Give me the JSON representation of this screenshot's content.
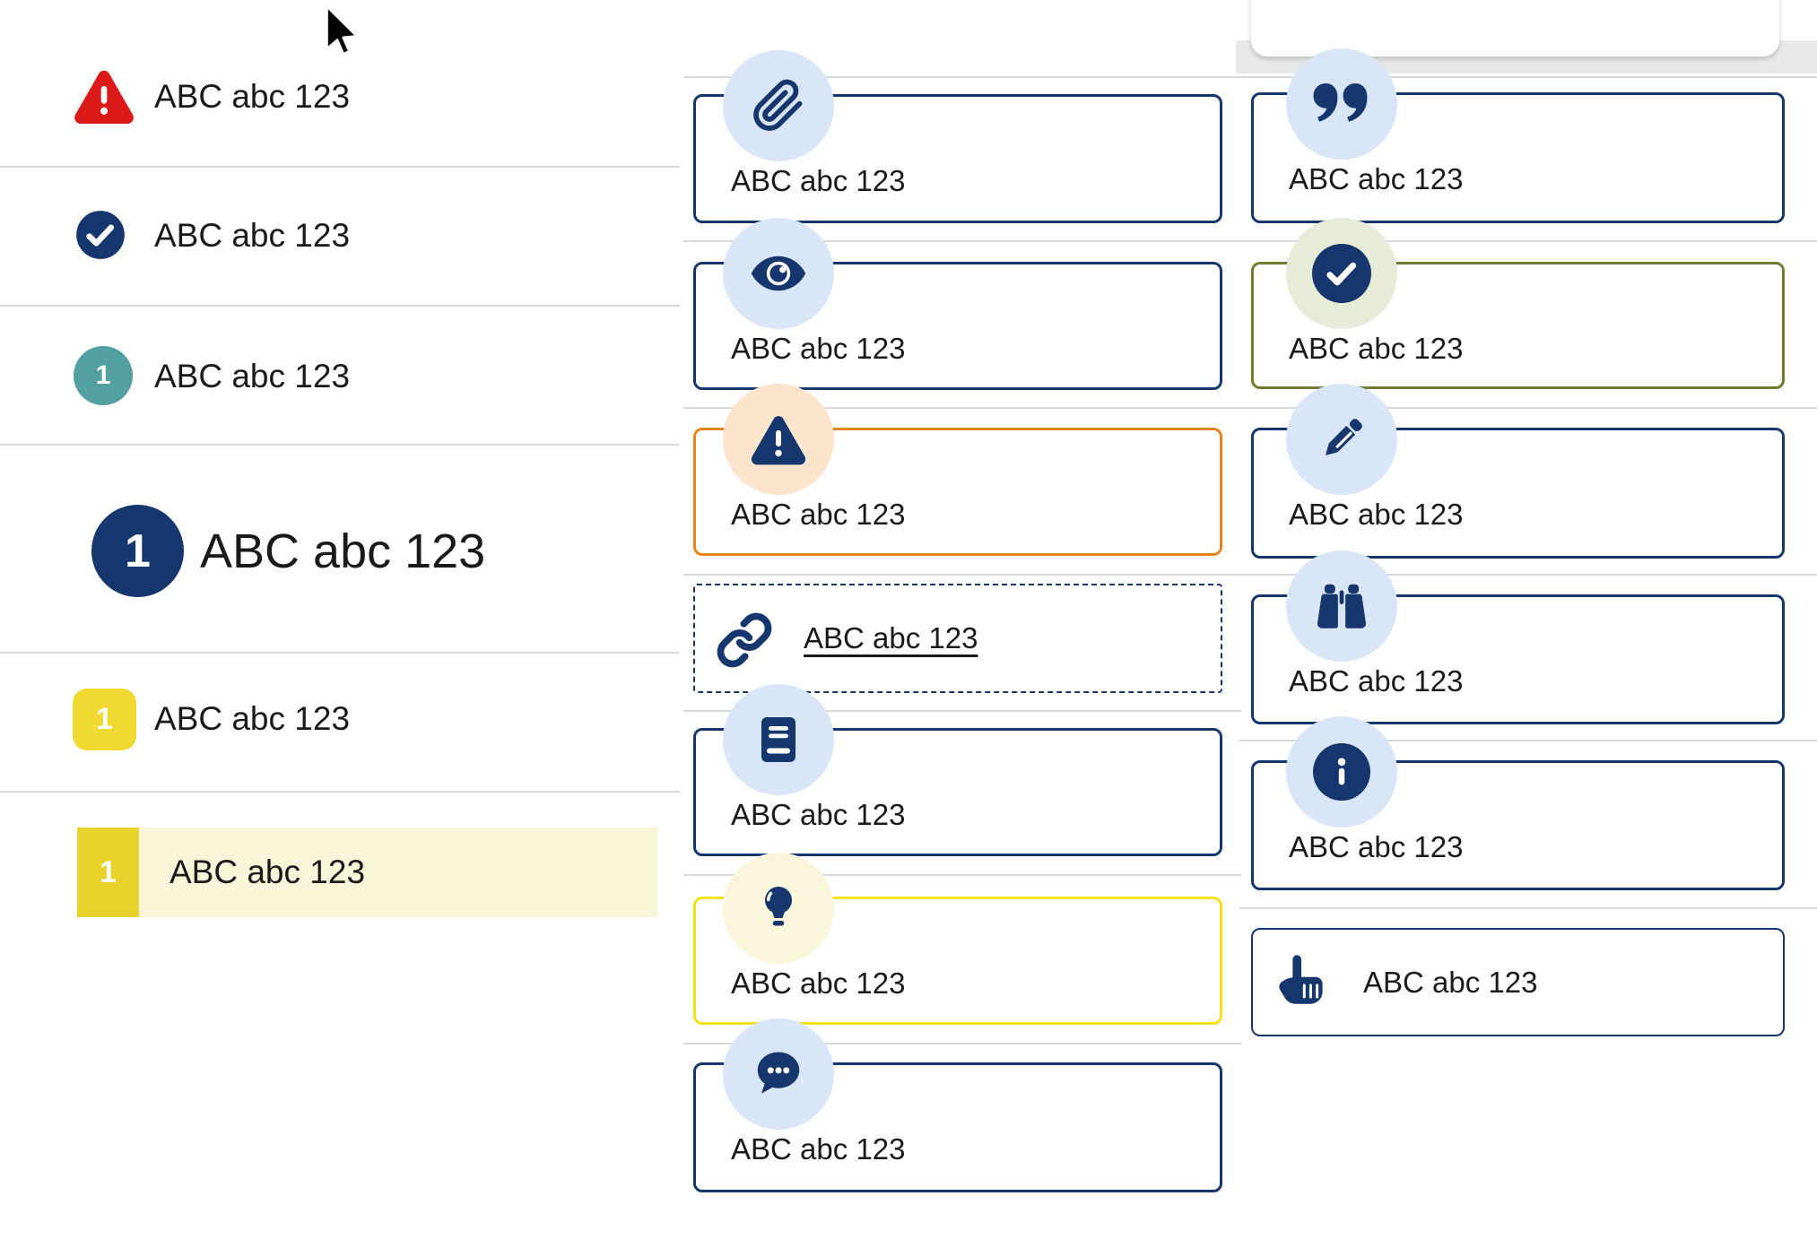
{
  "colors": {
    "navy": "#16376d",
    "red": "#dc1a1a",
    "teal": "#53a0a2",
    "yellow": "#f0d931",
    "yellow_border": "#f3e119",
    "yellow_pale": "#faf6dc",
    "highlight_bg": "#f9f5d8",
    "highlight_badge": "#e9d22b",
    "orange": "#e8831d",
    "orange_pale": "#fce4cd",
    "olive": "#6e7d2e",
    "green_pale": "#e6ecd7",
    "blue_pale": "#d9e6f8",
    "text": "#1a1a1a",
    "divider": "#d8d8d8",
    "gray_band": "#e9e9e9"
  },
  "left_panel": {
    "rows": [
      {
        "label": "ABC abc 123",
        "icon": "warning-triangle-icon"
      },
      {
        "label": "ABC abc 123",
        "icon": "check-circle-icon"
      },
      {
        "label": "ABC abc 123",
        "badge": "1",
        "style": "teal"
      },
      {
        "label": "ABC abc 123",
        "badge": "1",
        "style": "navy-large-heading"
      },
      {
        "label": "ABC abc 123",
        "badge": "1",
        "style": "yellow"
      },
      {
        "label": "ABC abc 123",
        "badge": "1",
        "style": "yellow-highlighted"
      }
    ]
  },
  "middle_column": {
    "cards": [
      {
        "label": "ABC abc 123",
        "icon": "paperclip-icon",
        "variant": "navy"
      },
      {
        "label": "ABC abc 123",
        "icon": "eye-icon",
        "variant": "navy"
      },
      {
        "label": "ABC abc 123",
        "icon": "warning-triangle-icon",
        "variant": "orange"
      },
      {
        "label": "ABC abc 123",
        "icon": "link-icon",
        "variant": "dashed-link"
      },
      {
        "label": "ABC abc 123",
        "icon": "book-icon",
        "variant": "navy"
      },
      {
        "label": "ABC abc 123",
        "icon": "lightbulb-icon",
        "variant": "yellow"
      },
      {
        "label": "ABC abc 123",
        "icon": "speech-bubble-icon",
        "variant": "navy"
      }
    ]
  },
  "right_column": {
    "cards": [
      {
        "label": "ABC abc 123",
        "icon": "quote-icon",
        "variant": "navy"
      },
      {
        "label": "ABC abc 123",
        "icon": "check-circle-icon",
        "variant": "olive"
      },
      {
        "label": "ABC abc 123",
        "icon": "pencil-icon",
        "variant": "navy"
      },
      {
        "label": "ABC abc 123",
        "icon": "binoculars-icon",
        "variant": "navy"
      },
      {
        "label": "ABC abc 123",
        "icon": "info-icon",
        "variant": "navy"
      },
      {
        "label": "ABC abc 123",
        "icon": "hand-pointer-icon",
        "variant": "navy-thin"
      }
    ]
  },
  "cursor": {
    "type": "arrow-pointer"
  }
}
